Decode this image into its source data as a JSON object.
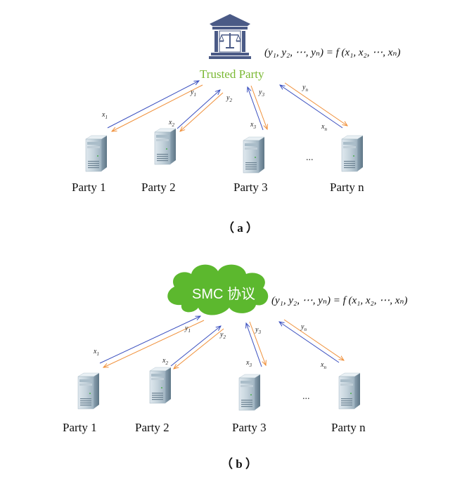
{
  "panel_a": {
    "trusted_label": "Trusted Party",
    "formula": "(y₁, y₂, ⋯, yₙ) = f (x₁, x₂, ⋯, xₙ)",
    "parties": [
      "Party 1",
      "Party 2",
      "Party 3",
      "Party n"
    ],
    "ellipsis": "...",
    "caption": "（ a ）",
    "in_labels": [
      "x1",
      "x2",
      "x3",
      "xn"
    ],
    "out_labels": [
      "y1",
      "y2",
      "y3",
      "yn"
    ]
  },
  "panel_b": {
    "cloud_label": "SMC 协议",
    "formula": "(y₁, y₂, ⋯, yₙ) = f (x₁, x₂, ⋯, xₙ)",
    "parties": [
      "Party 1",
      "Party 2",
      "Party 3",
      "Party n"
    ],
    "ellipsis": "...",
    "caption": "（ b ）",
    "in_labels": [
      "x1",
      "x2",
      "x3",
      "xn"
    ],
    "out_labels": [
      "y1",
      "y2",
      "y3",
      "yn"
    ]
  },
  "colors": {
    "input_arrow": "#3a4fbf",
    "output_arrow": "#f0903a",
    "cloud": "#5cb82e",
    "trusted_text": "#7ab833",
    "building": "#4a5a86"
  },
  "icons": [
    "courthouse-icon",
    "cloud-icon",
    "server-icon"
  ]
}
